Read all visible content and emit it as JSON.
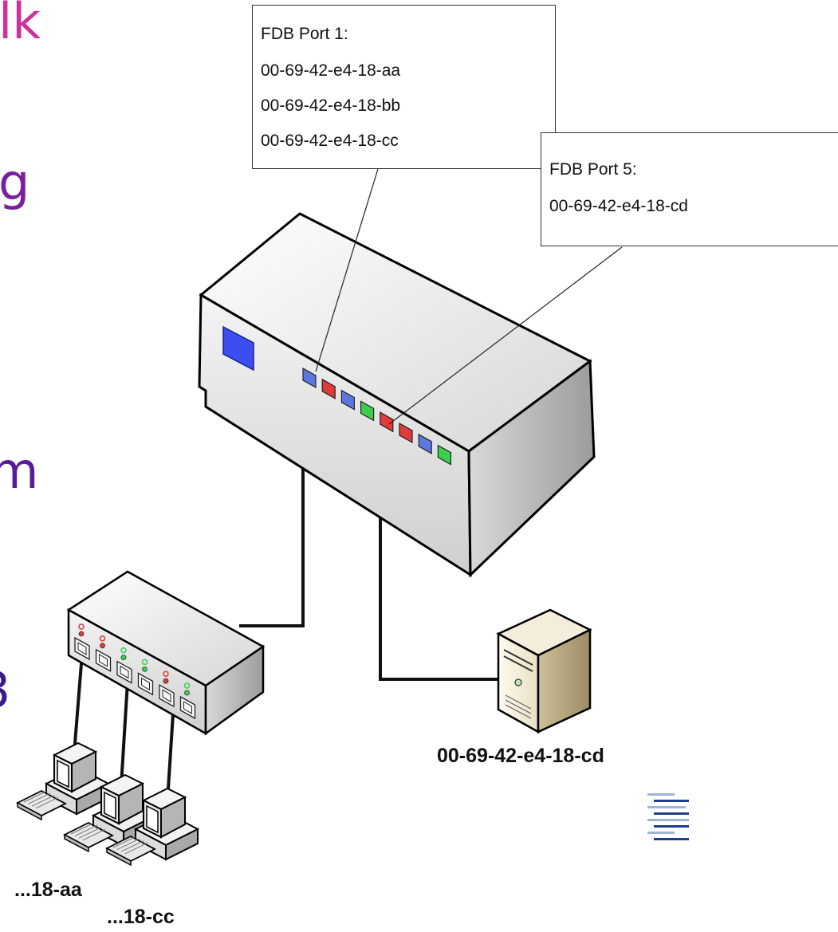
{
  "left_fragments": [
    "lk",
    "g",
    "m",
    "3"
  ],
  "callouts": {
    "port1": {
      "title": "FDB Port 1:",
      "entries": [
        "00-69-42-e4-18-aa",
        "00-69-42-e4-18-bb",
        "00-69-42-e4-18-cc"
      ]
    },
    "port5": {
      "title": "FDB Port 5:",
      "entries": [
        "00-69-42-e4-18-cd"
      ]
    }
  },
  "labels": {
    "server_mac": "00-69-42-e4-18-cd",
    "pc_aa": "...18-aa",
    "pc_cc": "...18-cc"
  },
  "port_led_colors": [
    "#5b77e0",
    "#e03a3a",
    "#5b77e0",
    "#3ccf4e",
    "#e03a3a",
    "#e03a3a",
    "#5b77e0",
    "#3ccf4e"
  ],
  "colors": {
    "fragment_magenta": "#cc3399",
    "fragment_purple": "#7a1fa0",
    "logo_blue": "#1e3d8f",
    "logo_light": "#9fb4d6"
  }
}
